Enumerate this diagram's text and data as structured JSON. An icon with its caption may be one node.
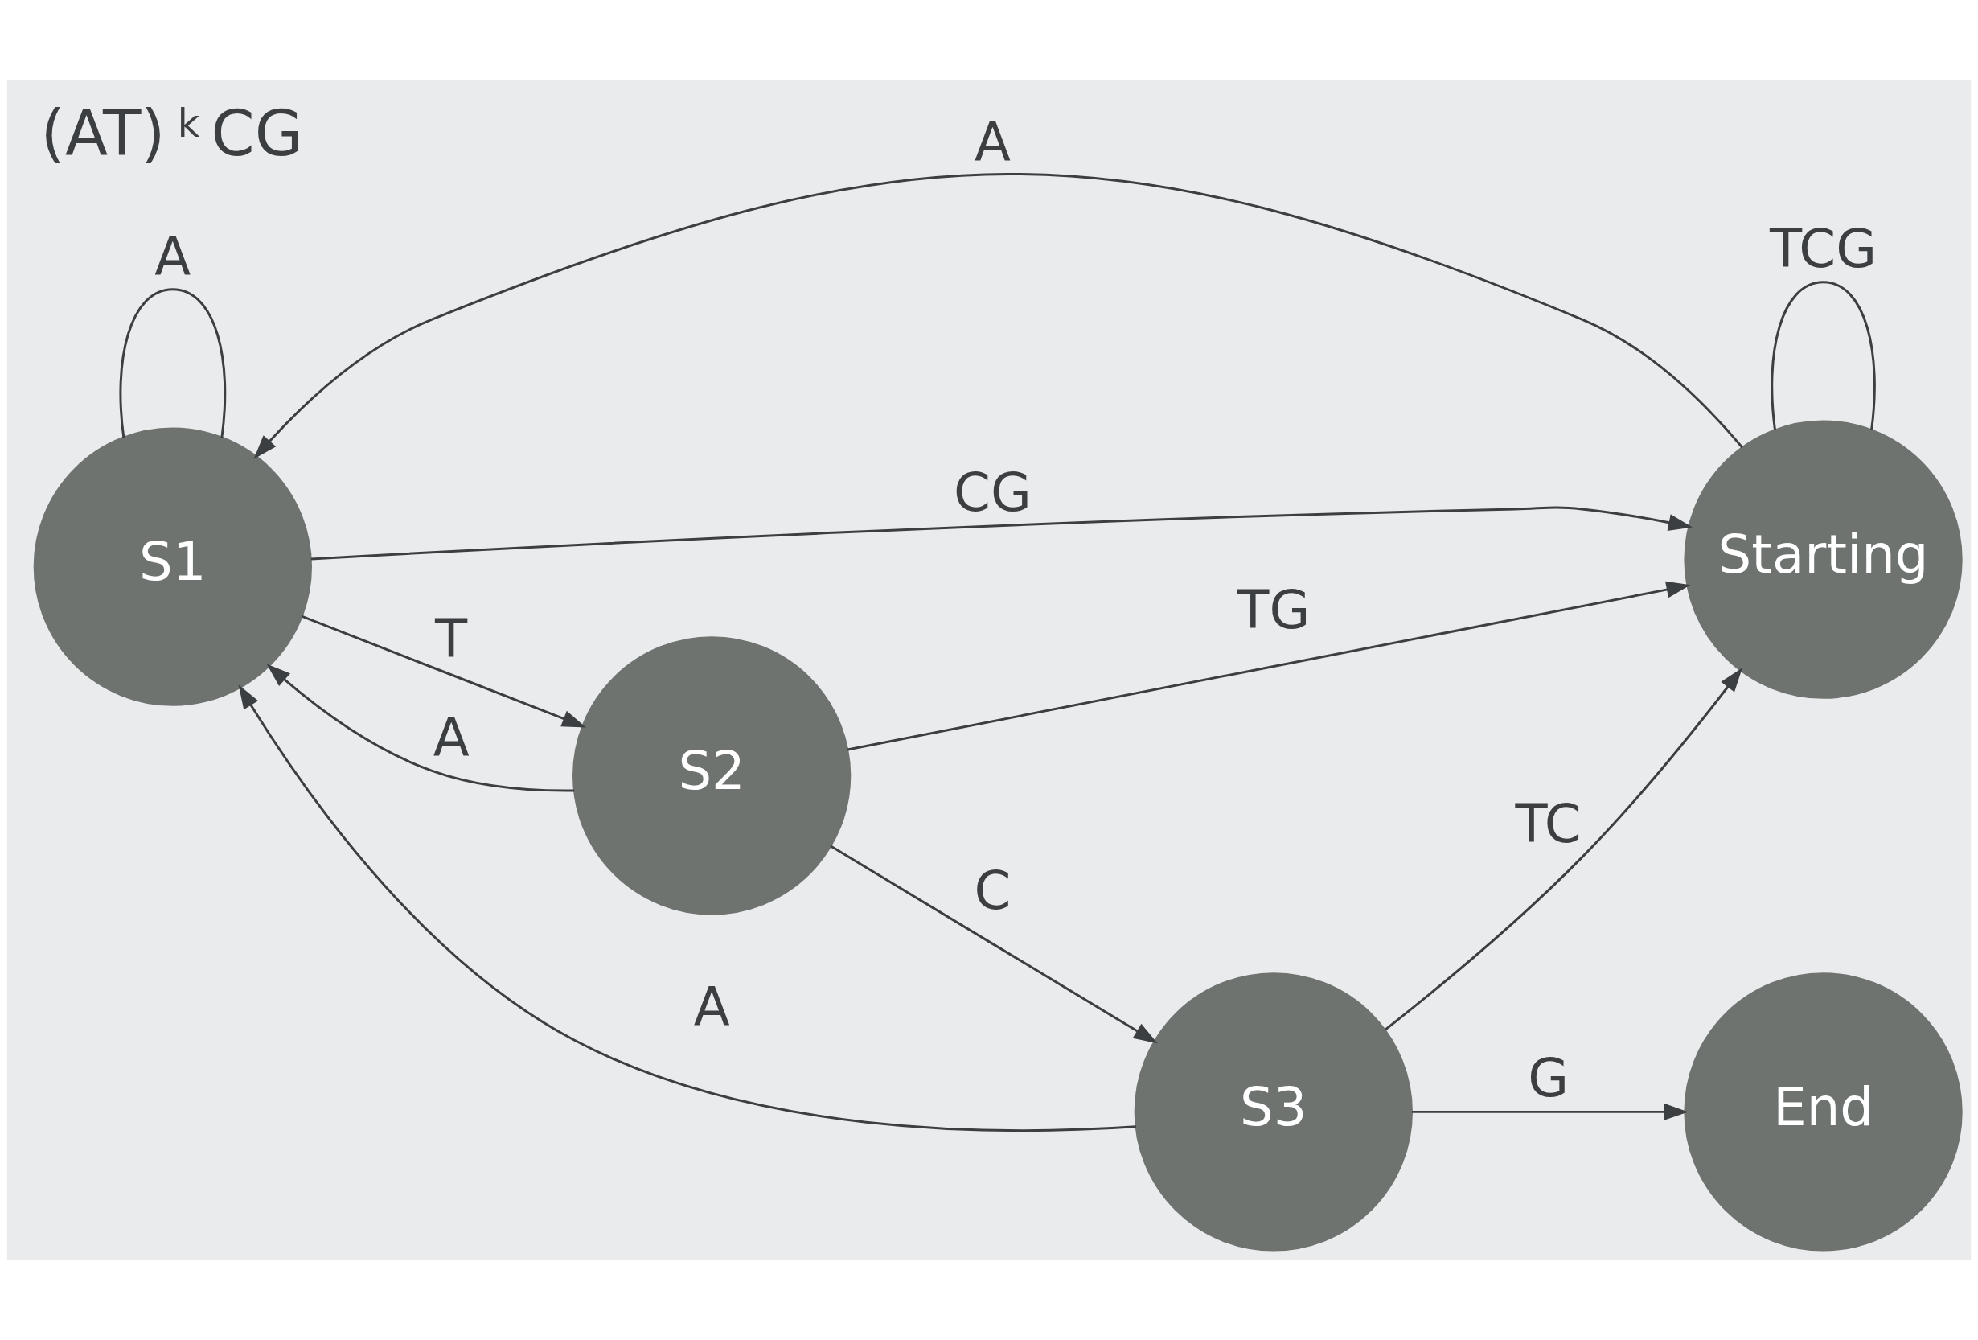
{
  "diagram": {
    "nodes": [
      {
        "text": [
          "S1"
        ]
      },
      {
        "text": [
          "S2"
        ]
      },
      {
        "text": [
          "Starting"
        ]
      },
      {
        "text": [
          "S3"
        ]
      },
      {
        "text": [
          "End"
        ]
      }
    ],
    "edges": [
      {
        "from": 0,
        "to": 0,
        "arrow": "none",
        "label": "A"
      },
      {
        "from": 0,
        "to": 1,
        "arrow": "to",
        "label": "T"
      },
      {
        "from": 1,
        "to": 0,
        "arrow": "to",
        "label": "A"
      },
      {
        "from": 2,
        "to": 0,
        "arrow": "to",
        "label": "A"
      },
      {
        "from": 0,
        "to": 2,
        "arrow": "to",
        "label": "CG"
      },
      {
        "from": 2,
        "to": 2,
        "arrow": "none",
        "label": "TCG"
      },
      {
        "from": 1,
        "to": 3,
        "arrow": "to",
        "label": "C"
      },
      {
        "from": 1,
        "to": 2,
        "arrow": "to",
        "label": "TG"
      },
      {
        "from": 3,
        "to": 0,
        "arrow": "to",
        "label": "A"
      },
      {
        "from": 3,
        "to": 2,
        "arrow": "to",
        "label": "TC"
      },
      {
        "from": 3,
        "to": 4,
        "arrow": "to",
        "label": "G"
      }
    ],
    "labels": [
      "(AT)$^{k}$CG"
    ]
  }
}
